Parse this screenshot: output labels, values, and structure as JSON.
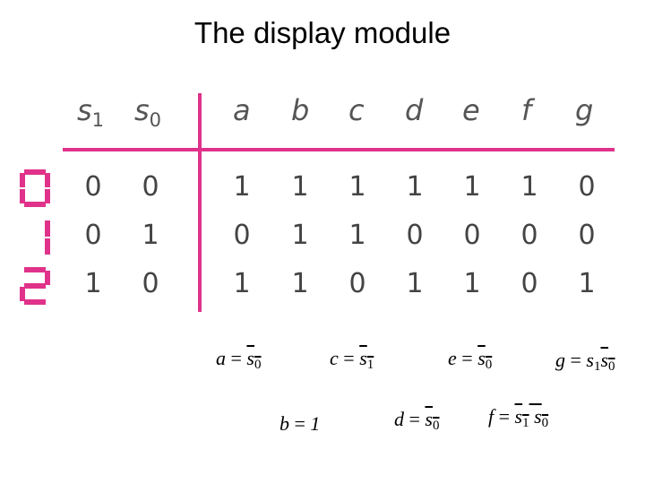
{
  "title": "The display module",
  "table": {
    "headers": [
      {
        "base": "s",
        "sub": "1"
      },
      {
        "base": "s",
        "sub": "0"
      },
      {
        "base": "a",
        "sub": ""
      },
      {
        "base": "b",
        "sub": ""
      },
      {
        "base": "c",
        "sub": ""
      },
      {
        "base": "d",
        "sub": ""
      },
      {
        "base": "e",
        "sub": ""
      },
      {
        "base": "f",
        "sub": ""
      },
      {
        "base": "g",
        "sub": ""
      }
    ],
    "rows": [
      [
        "0",
        "0",
        "1",
        "1",
        "1",
        "1",
        "1",
        "1",
        "0"
      ],
      [
        "0",
        "1",
        "0",
        "1",
        "1",
        "0",
        "0",
        "0",
        "0"
      ],
      [
        "1",
        "0",
        "1",
        "1",
        "0",
        "1",
        "1",
        "0",
        "1"
      ]
    ],
    "digit_icons": [
      "seven-segment-digit-0-icon",
      "seven-segment-digit-1-icon",
      "seven-segment-digit-2-icon"
    ],
    "line_color": "#e0328a"
  },
  "equations": {
    "a": {
      "lhs": "a",
      "eq": "=",
      "v1": "s",
      "s1": "0"
    },
    "b": {
      "lhs": "b",
      "eq": "=",
      "rhs": "1"
    },
    "c": {
      "lhs": "c",
      "eq": "=",
      "v1": "s",
      "s1": "1"
    },
    "d": {
      "lhs": "d",
      "eq": "=",
      "v1": "s",
      "s1": "0"
    },
    "e": {
      "lhs": "e",
      "eq": "=",
      "v1": "s",
      "s1": "0"
    },
    "f": {
      "lhs": "f",
      "eq": "=",
      "v1": "s",
      "s1": "1",
      "v2": "s",
      "s2": "0"
    },
    "g": {
      "lhs": "g",
      "eq": "=",
      "v1": "s",
      "s1": "1",
      "v2": "s",
      "s2": "0"
    }
  }
}
